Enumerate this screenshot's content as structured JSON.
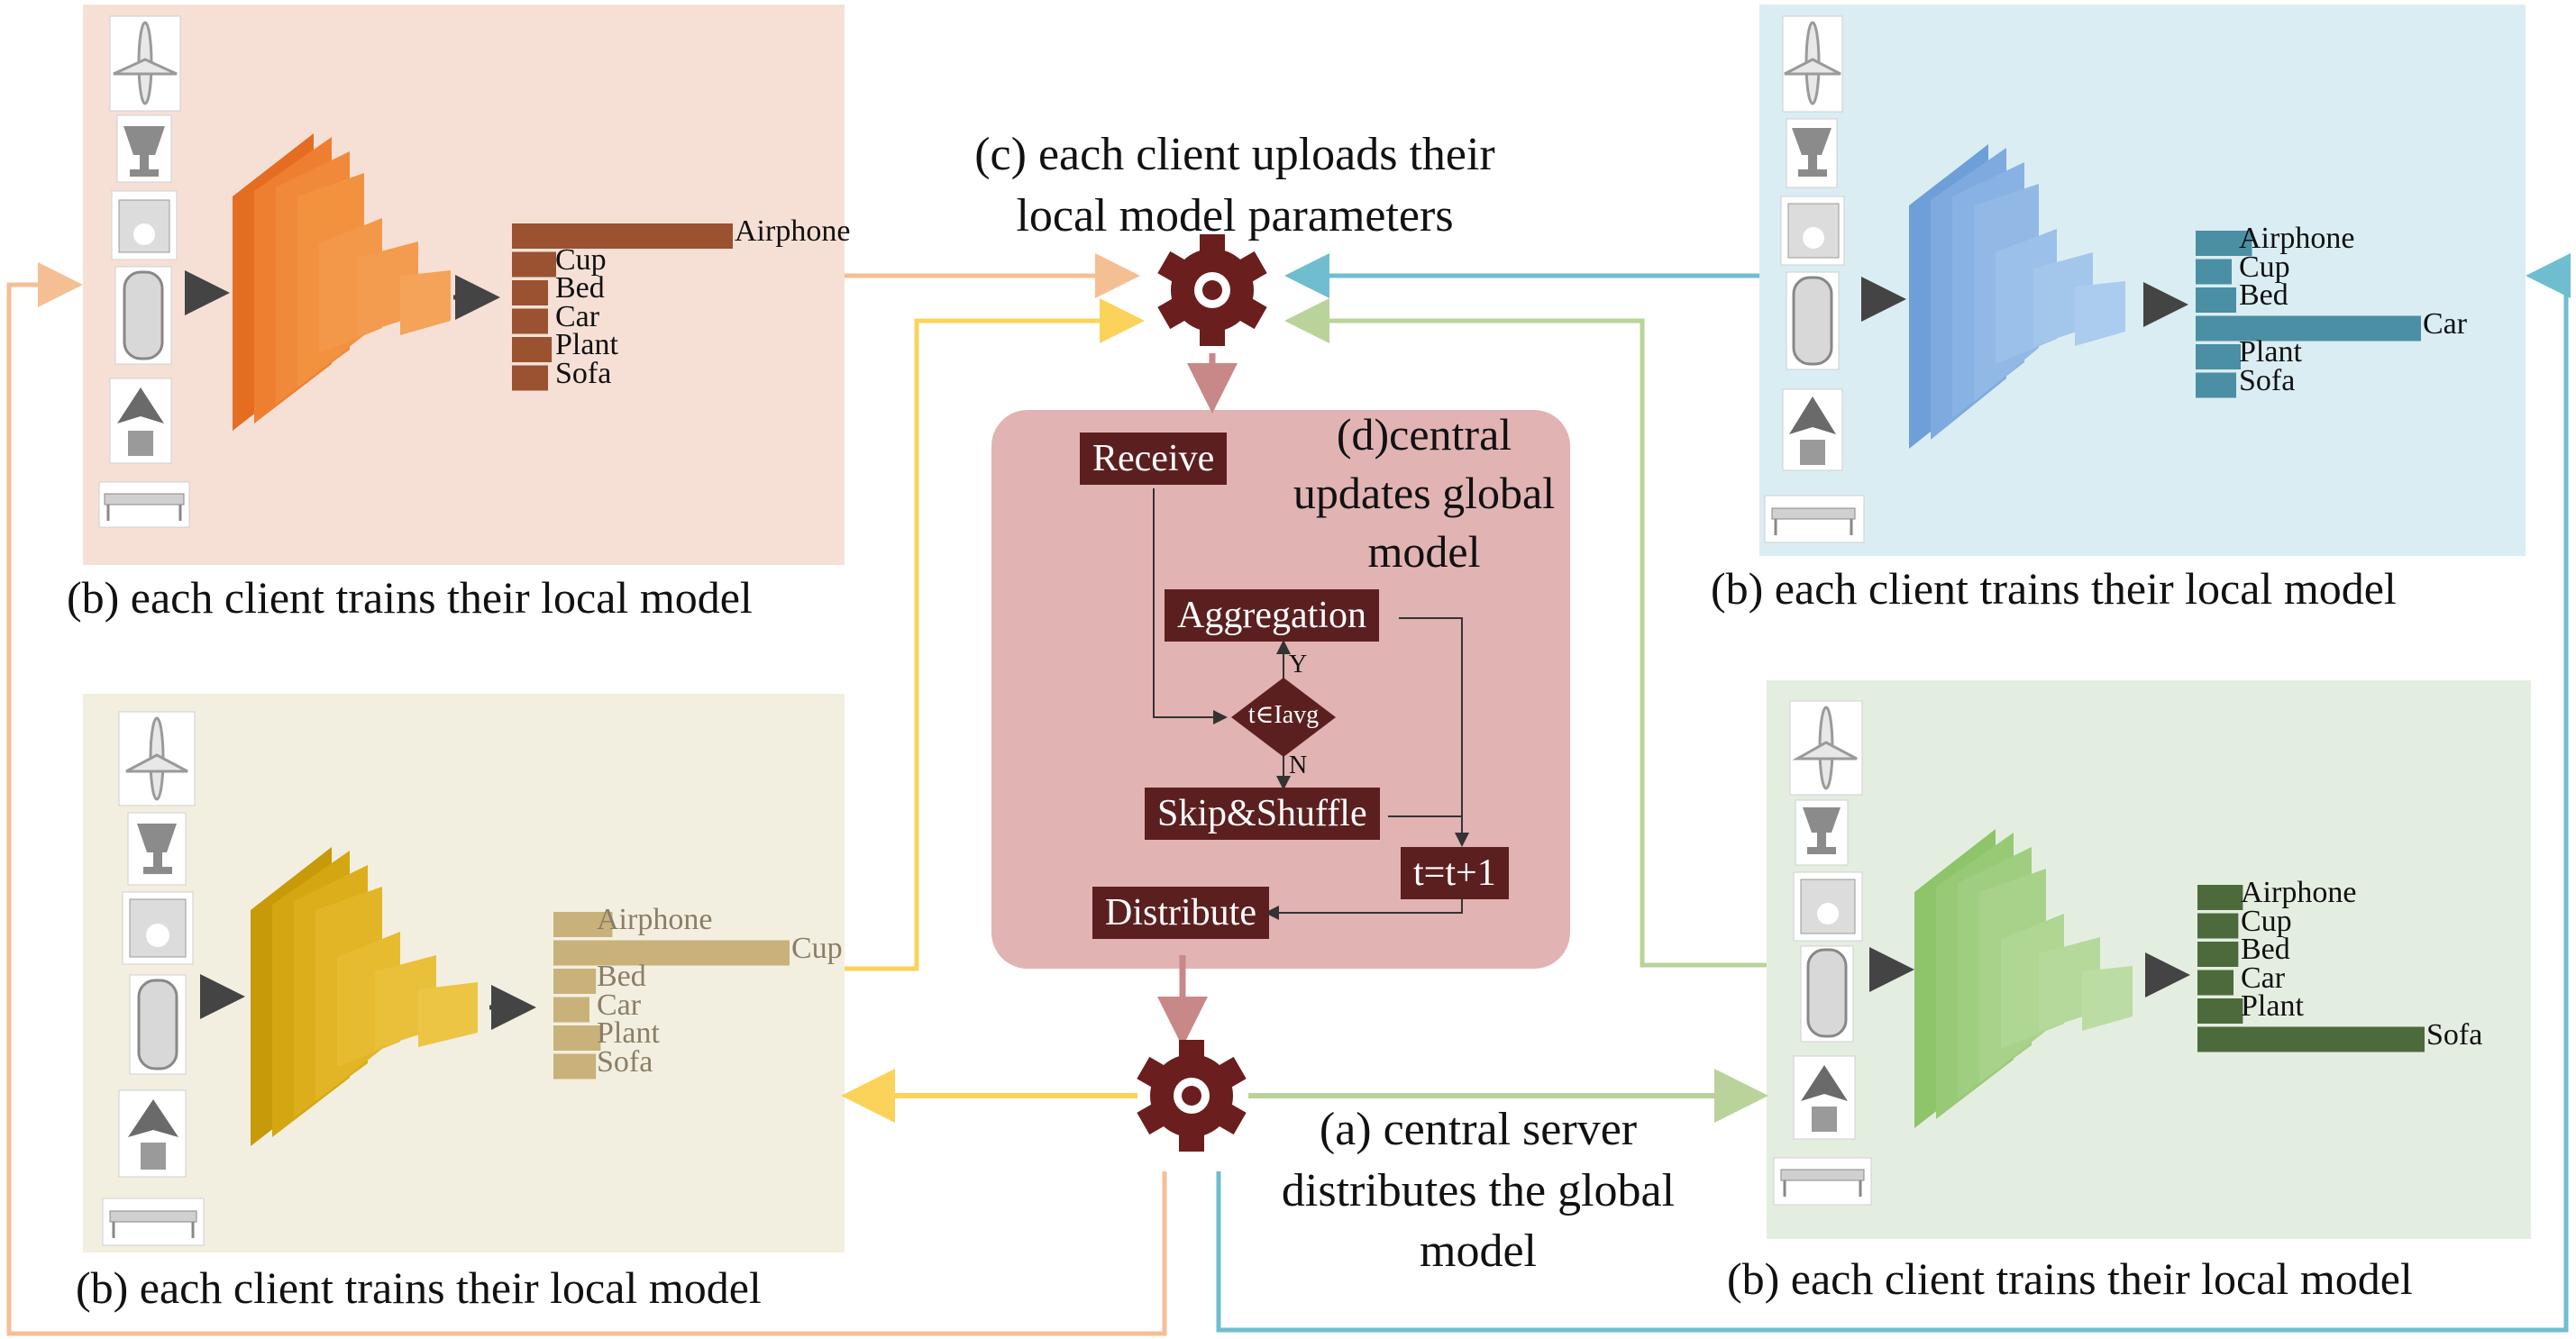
{
  "colors": {
    "panel_orange": "#f6e0d6",
    "panel_blue": "#daedf3",
    "panel_yellow": "#f3efe0",
    "panel_green": "#e4eee0",
    "central_box": "#e2b3b3",
    "flow_box": "#5c1f1f",
    "gear": "#6b1e1e",
    "line_orange": "#f5bf94",
    "line_yellow": "#fbd35a",
    "line_blue": "#6fbecf",
    "line_green": "#b9d39a",
    "bar_orange": "#9a5230",
    "bar_blue": "#4a8fa3",
    "bar_yellow": "#c8b27a",
    "bar_green": "#4d6a3d"
  },
  "labels": {
    "upload": "(c) each client uploads their\nlocal model parameters",
    "central_update": "(d)central\nupdates global\nmodel",
    "distribute": "(a) central server\ndistributes the global\nmodel"
  },
  "flowchart": {
    "receive": "Receive",
    "aggregation": "Aggregation",
    "condition": "t∈Iavg",
    "yes": "Y",
    "no": "N",
    "skip_shuffle": "Skip&Shuffle",
    "increment": "t=t+1",
    "distribute": "Distribute"
  },
  "clients": [
    {
      "id": "top-left",
      "caption": "(b) each client trains their local model",
      "categories": [
        "Airphone",
        "Cup",
        "Bed",
        "Car",
        "Plant",
        "Sofa"
      ],
      "values": [
        1.0,
        0.2,
        0.15,
        0.15,
        0.18,
        0.15
      ]
    },
    {
      "id": "top-right",
      "caption": "(b) each client trains their local model",
      "categories": [
        "Airphone",
        "Cup",
        "Bed",
        "Car",
        "Plant",
        "Sofa"
      ],
      "values": [
        0.25,
        0.15,
        0.18,
        1.0,
        0.2,
        0.18
      ]
    },
    {
      "id": "bottom-left",
      "caption": "(b) each client trains their local model",
      "categories": [
        "Airphone",
        "Cup",
        "Bed",
        "Car",
        "Plant",
        "Sofa"
      ],
      "values": [
        0.25,
        1.0,
        0.18,
        0.15,
        0.2,
        0.18
      ]
    },
    {
      "id": "bottom-right",
      "caption": "(b) each client trains their local model",
      "categories": [
        "Airphone",
        "Cup",
        "Bed",
        "Car",
        "Plant",
        "Sofa"
      ],
      "values": [
        0.2,
        0.18,
        0.18,
        0.15,
        0.2,
        1.0
      ]
    }
  ]
}
